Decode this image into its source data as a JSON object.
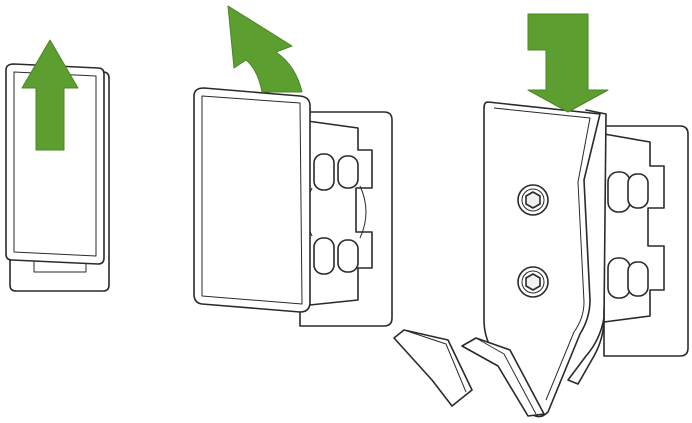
{
  "colors": {
    "background": "#ffffff",
    "arrow_fill": "#5c9e2f",
    "arrow_edge": "#4a8526",
    "line": "#2a2a2a",
    "shade": "#f1f1f1",
    "panel_fill": "#ffffff"
  },
  "steps": [
    {
      "id": "step-1",
      "arrow": "up",
      "parts": [
        "backplate",
        "adhesive-cover"
      ]
    },
    {
      "id": "step-2",
      "arrow": "up-left",
      "parts": [
        "backplate",
        "connector-knobs",
        "adhesive-cover"
      ]
    },
    {
      "id": "step-3",
      "arrow": "down",
      "parts": [
        "backplate",
        "connector-knobs",
        "double-hook",
        "hex-screw",
        "hex-screw"
      ]
    }
  ]
}
